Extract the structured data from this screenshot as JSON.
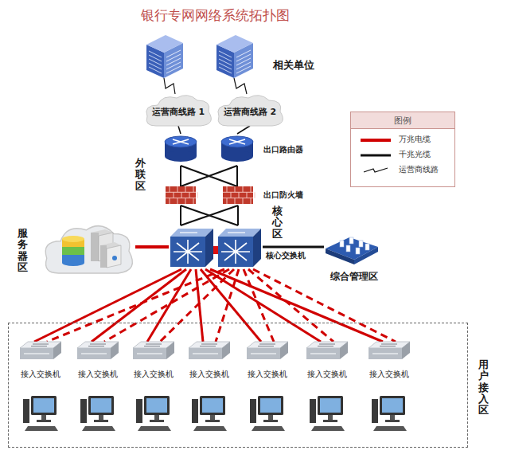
{
  "diagram": {
    "title": "银行专网网络系统拓扑图",
    "nodes": [
      {
        "text": [
          "相关单位"
        ]
      },
      {
        "text": [
          "运营商线路 1"
        ]
      },
      {
        "text": [
          "运营商线路 2"
        ]
      },
      {
        "text": [
          "出口路由器"
        ]
      },
      {
        "text": [
          "出口防火墙"
        ]
      },
      {
        "text": [
          "核心交换机"
        ]
      },
      {
        "text": [
          "服务器区"
        ]
      },
      {
        "text": [
          "综合管理区"
        ]
      },
      {
        "text": [
          "用户接入区"
        ]
      },
      {
        "text": [
          "接入交换机"
        ],
        "in": 8
      },
      {
        "text": [
          "接入交换机"
        ],
        "in": 8
      },
      {
        "text": [
          "接入交换机"
        ],
        "in": 8
      },
      {
        "text": [
          "接入交换机"
        ],
        "in": 8
      },
      {
        "text": [
          "接入交换机"
        ],
        "in": 8
      },
      {
        "text": [
          "接入交换机"
        ],
        "in": 8
      },
      {
        "text": [
          "接入交换机"
        ],
        "in": 8
      }
    ],
    "edges": [
      {
        "from": 0,
        "to": 1,
        "arrow": "none"
      },
      {
        "from": 0,
        "to": 2,
        "arrow": "none"
      },
      {
        "from": 1,
        "to": 3,
        "arrow": "none"
      },
      {
        "from": 2,
        "to": 3,
        "arrow": "none"
      },
      {
        "from": 3,
        "to": 4,
        "arrow": "none"
      },
      {
        "from": 4,
        "to": 5,
        "arrow": "none"
      },
      {
        "from": 6,
        "to": 5,
        "arrow": "none"
      },
      {
        "from": 5,
        "to": 7,
        "arrow": "none"
      },
      {
        "from": 5,
        "to": 9,
        "arrow": "none"
      },
      {
        "from": 5,
        "to": 10,
        "arrow": "none"
      },
      {
        "from": 5,
        "to": 11,
        "arrow": "none"
      },
      {
        "from": 5,
        "to": 12,
        "arrow": "none"
      },
      {
        "from": 5,
        "to": 13,
        "arrow": "none"
      },
      {
        "from": 5,
        "to": 14,
        "arrow": "none"
      },
      {
        "from": 5,
        "to": 15,
        "arrow": "none"
      }
    ],
    "labels": [
      "外联区",
      "核心区",
      "图例"
    ],
    "legend": [
      {
        "text": "万兆电缆"
      },
      {
        "text": "千兆光缆"
      },
      {
        "text": "运营商线路"
      }
    ]
  }
}
